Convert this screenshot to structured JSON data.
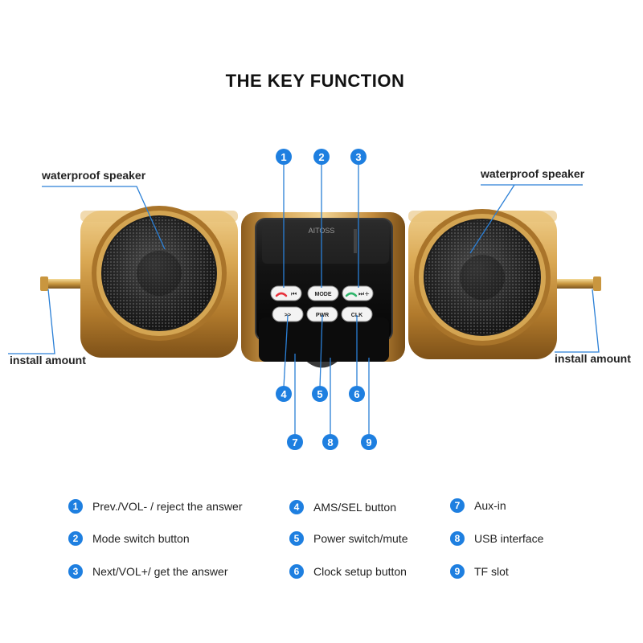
{
  "title": "THE KEY FUNCTION",
  "callouts": {
    "waterproof_left": "waterproof speaker",
    "waterproof_right": "waterproof speaker",
    "install_left": "install amount",
    "install_right": "install amount"
  },
  "device": {
    "brand_text": "AITOSS",
    "buttons": [
      "MODE",
      ">>",
      "PWR",
      "CLK"
    ]
  },
  "markers": [
    "1",
    "2",
    "3",
    "4",
    "5",
    "6",
    "7",
    "8",
    "9"
  ],
  "legend": [
    {
      "num": "1",
      "text": "Prev./VOL- / reject the answer"
    },
    {
      "num": "2",
      "text": "Mode switch button"
    },
    {
      "num": "3",
      "text": "Next/VOL+/ get the answer"
    },
    {
      "num": "4",
      "text": "AMS/SEL button"
    },
    {
      "num": "5",
      "text": "Power switch/mute"
    },
    {
      "num": "6",
      "text": "Clock setup button"
    },
    {
      "num": "7",
      "text": "Aux-in"
    },
    {
      "num": "8",
      "text": "USB interface"
    },
    {
      "num": "9",
      "text": "TF slot"
    }
  ],
  "colors": {
    "marker_blue": "#1e7fe0",
    "gold": "#c8963e",
    "red": "#e8323c",
    "green": "#2fb56b"
  }
}
